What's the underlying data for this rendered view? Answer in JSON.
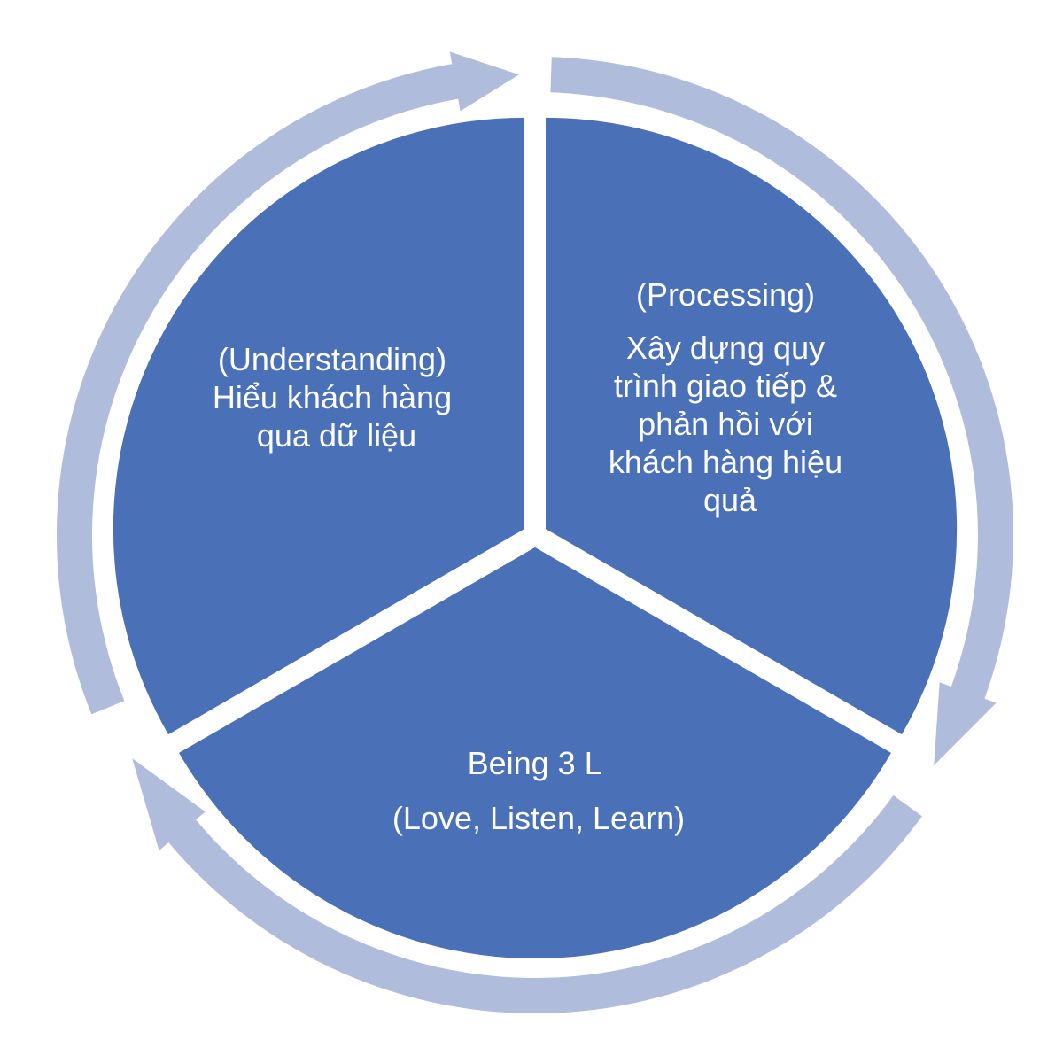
{
  "colors": {
    "segment_fill": "#4a70b8",
    "ring_fill": "#b0bcdc",
    "text": "#ffffff",
    "background": "#ffffff"
  },
  "segments": [
    {
      "id": "understanding",
      "lines": [
        "(Understanding)",
        "Hiểu khách hàng",
        "qua dữ liệu"
      ]
    },
    {
      "id": "processing",
      "lines": [
        "(Processing)",
        "Xây dựng quy",
        "trình giao tiếp &",
        "phản hồi với",
        "khách hàng hiệu",
        "quả"
      ]
    },
    {
      "id": "being-3l",
      "lines": [
        "Being 3 L",
        "(Love, Listen, Learn)"
      ]
    }
  ]
}
